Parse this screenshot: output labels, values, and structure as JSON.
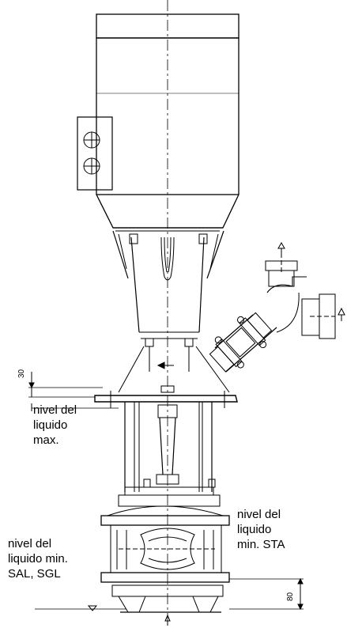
{
  "labels": {
    "max_level": [
      "nivel del",
      "liquido",
      "max."
    ],
    "min_level_sta": [
      "nivel del",
      "liquido",
      "min. STA"
    ],
    "min_level_sal_sgl": [
      "nivel del",
      "liquido min.",
      "SAL, SGL"
    ]
  },
  "dimensions": {
    "top_offset": "30",
    "bottom_height": "80"
  },
  "icons": {
    "outlet_arrow": "up-arrow-icon",
    "flow_arrow": "left-arrow-icon",
    "inlet_arrow": "up-arrow-icon",
    "side_arrow": "up-arrow-icon",
    "level_marker": "triangle-icon",
    "terminal": "crosshair-circle-icon"
  }
}
